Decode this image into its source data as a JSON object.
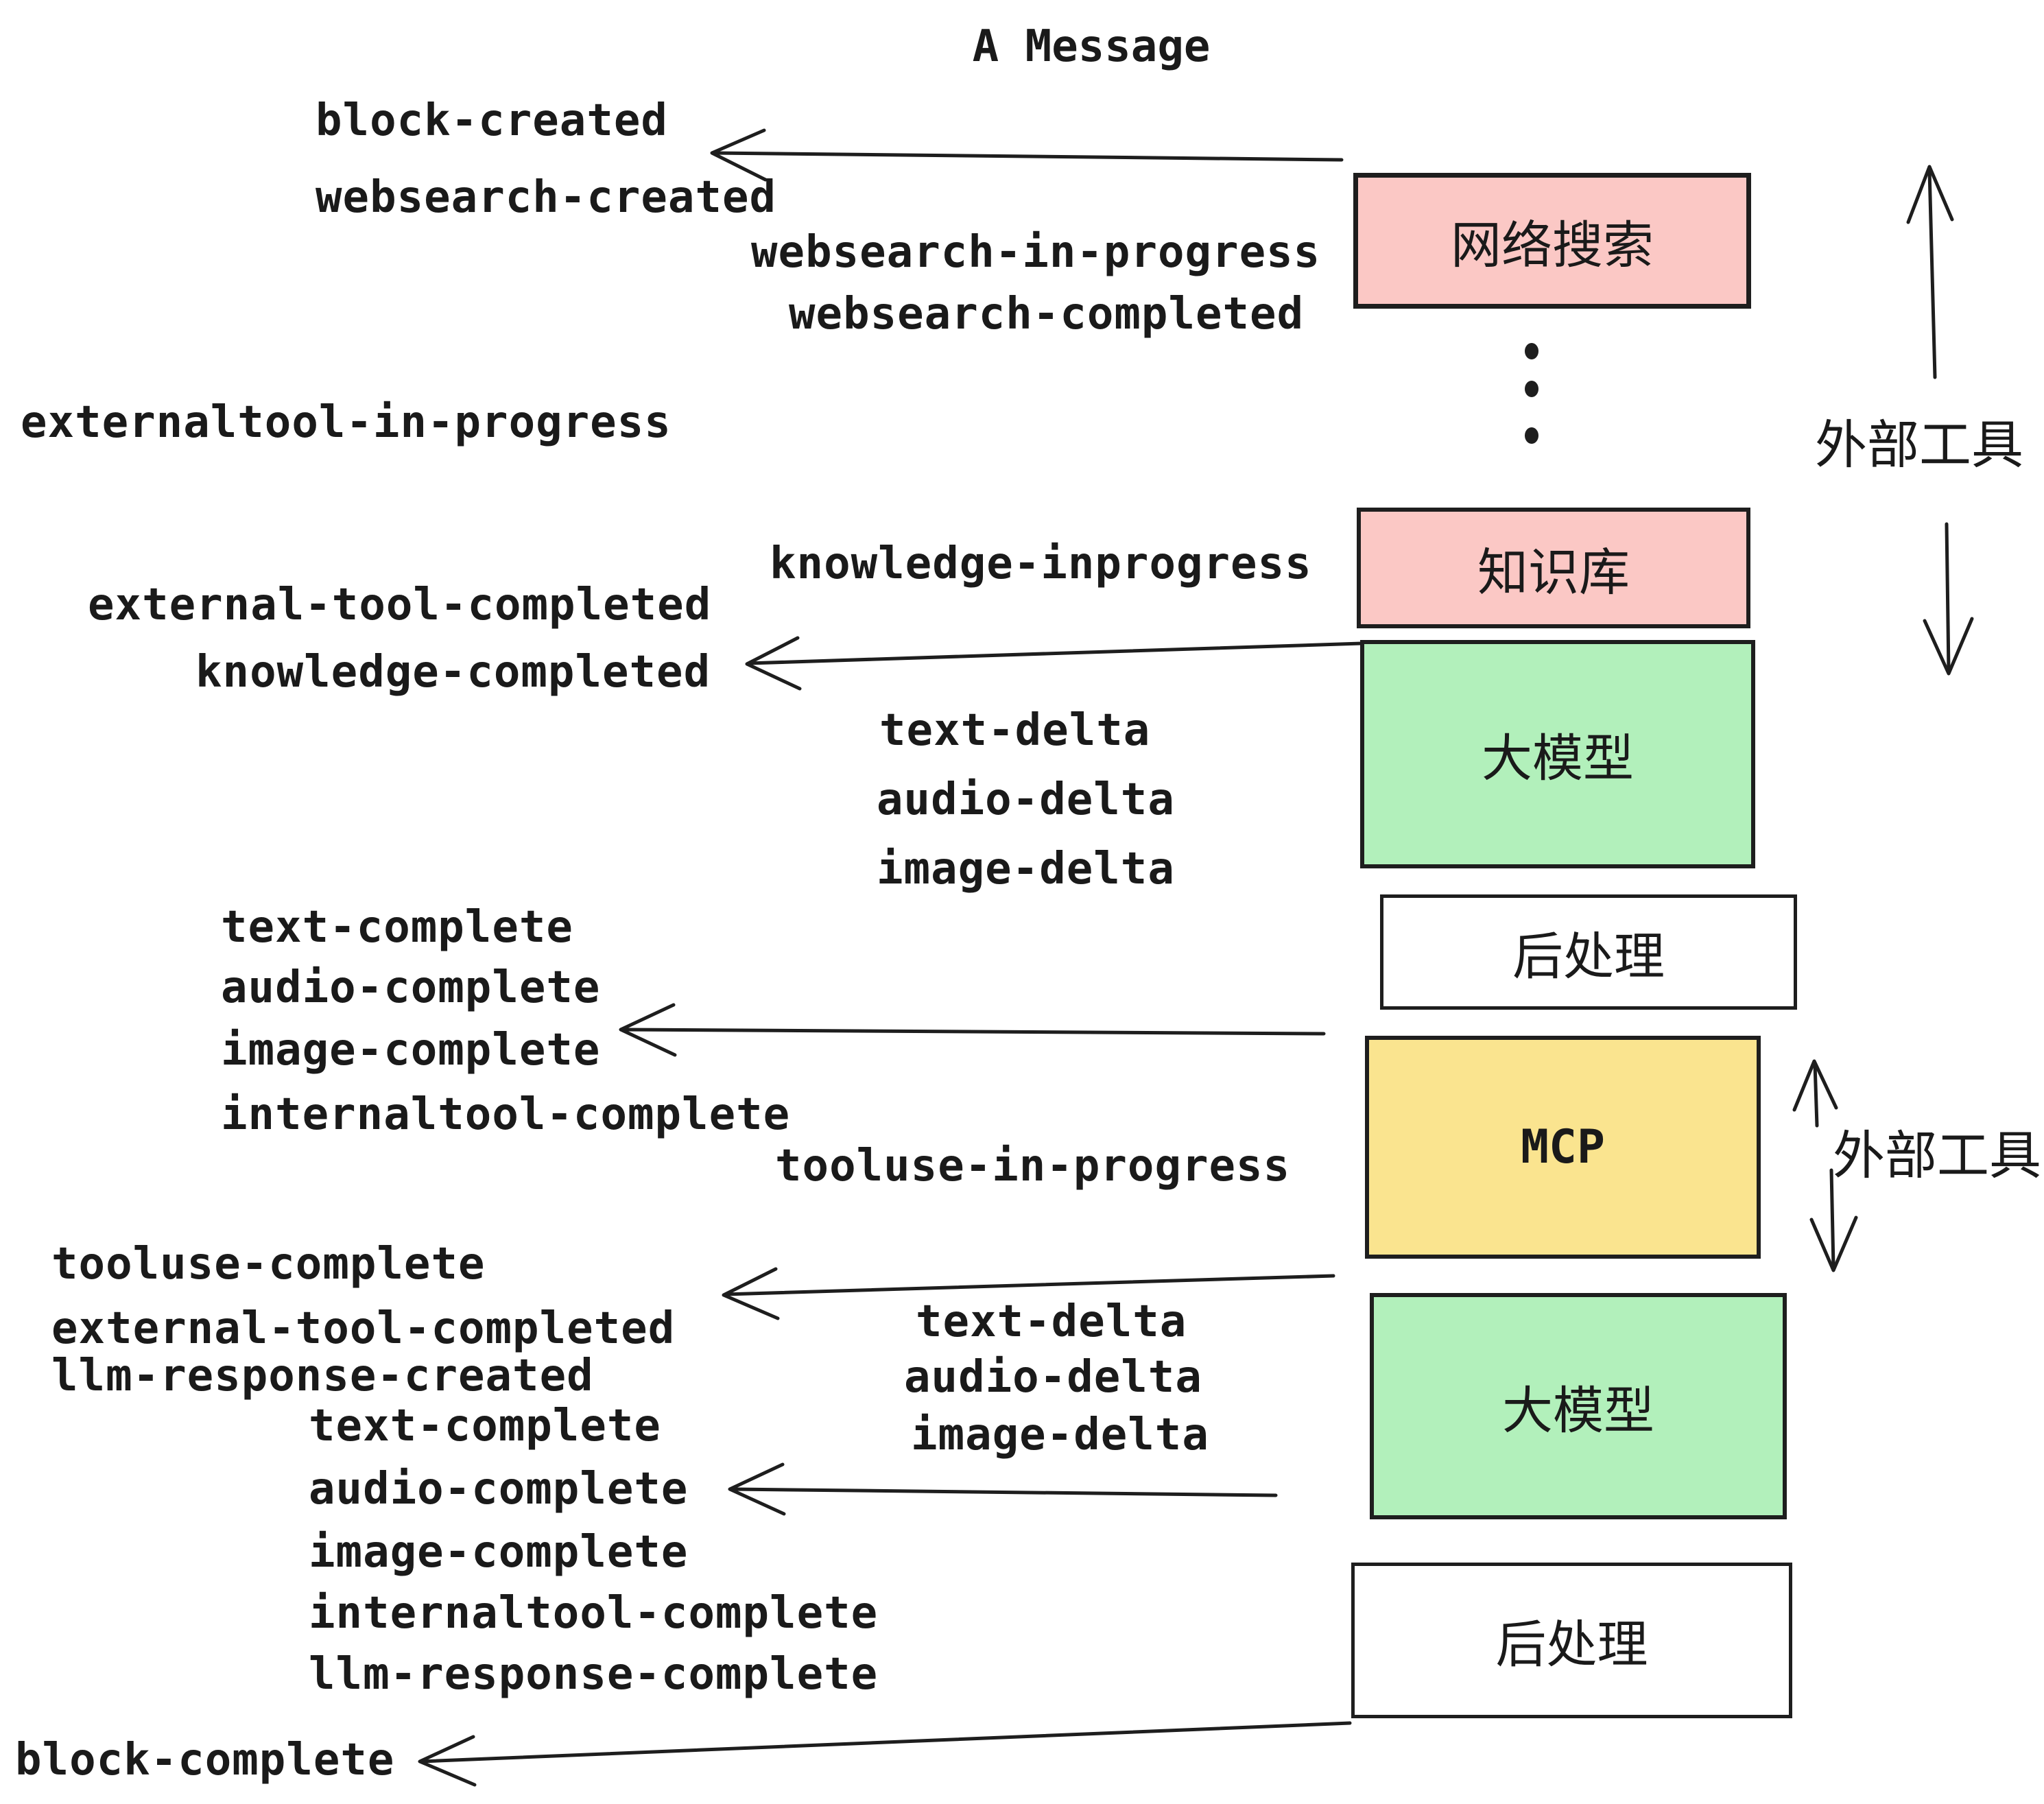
{
  "title": "A Message",
  "colors": {
    "ink": "#1e1e1e",
    "pink": "#fbc8c5",
    "green": "#b2f0bb",
    "yellow": "#fae48f",
    "white": "#ffffff",
    "text": "#1a1a1a"
  },
  "boxes": {
    "websearch": {
      "label": "网络搜索"
    },
    "knowledge": {
      "label": "知识库"
    },
    "llm1": {
      "label": "大模型"
    },
    "post1": {
      "label": "后处理"
    },
    "mcp": {
      "label": "MCP"
    },
    "llm2": {
      "label": "大模型"
    },
    "post2": {
      "label": "后处理"
    }
  },
  "side_labels": {
    "external_tool_top": "外部工具",
    "external_tool_mcp": "外部工具"
  },
  "events": {
    "block_created": "block-created",
    "websearch_created": "websearch-created",
    "websearch_in_progress": "websearch-in-progress",
    "websearch_completed": "websearch-completed",
    "externaltool_in_progress": "externaltool-in-progress",
    "knowledge_inprogress": "knowledge-inprogress",
    "external_tool_completed_1": "external-tool-completed",
    "knowledge_completed": "knowledge-completed",
    "text_delta_1": "text-delta",
    "audio_delta_1": "audio-delta",
    "image_delta_1": "image-delta",
    "text_complete_1": "text-complete",
    "audio_complete_1": "audio-complete",
    "image_complete_1": "image-complete",
    "internaltool_complete_1": "internaltool-complete",
    "tooluse_in_progress": "tooluse-in-progress",
    "tooluse_complete": "tooluse-complete",
    "external_tool_completed_2": "external-tool-completed",
    "llm_response_created": "llm-response-created",
    "text_delta_2": "text-delta",
    "audio_delta_2": "audio-delta",
    "image_delta_2": "image-delta",
    "text_complete_2": "text-complete",
    "audio_complete_2": "audio-complete",
    "image_complete_2": "image-complete",
    "internaltool_complete_2": "internaltool-complete",
    "llm_response_complete": "llm-response-complete",
    "block_complete": "block-complete"
  }
}
